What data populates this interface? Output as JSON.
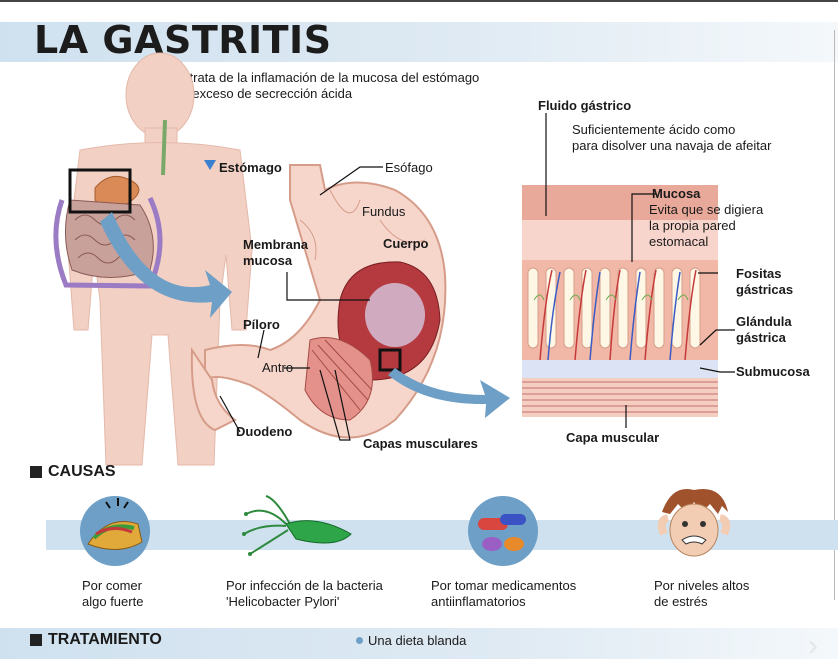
{
  "title": "LA GASTRITIS",
  "subtitle_line1": "Se trata de la inflamación de la mucosa del estómago",
  "subtitle_line2": "por exceso de secrección ácida",
  "stomach": {
    "heading": "Estómago",
    "esofago": "Esófago",
    "fundus": "Fundus",
    "cuerpo": "Cuerpo",
    "membrana_1": "Membrana",
    "membrana_2": "mucosa",
    "piloro": "Píloro",
    "antro": "Antro",
    "duodeno": "Duodeno",
    "capas": "Capas musculares"
  },
  "tissue": {
    "fluido_title": "Fluido gástrico",
    "fluido_desc_1": "Suficientemente ácido como",
    "fluido_desc_2": "para disolver una navaja de afeitar",
    "mucosa_title": "Mucosa",
    "mucosa_desc_1": "Evita que se digiera",
    "mucosa_desc_2": "la propia pared",
    "mucosa_desc_3": "estomacal",
    "fositas_1": "Fositas",
    "fositas_2": "gástricas",
    "glandula_1": "Glándula",
    "glandula_2": "gástrica",
    "submucosa": "Submucosa",
    "capa_muscular": "Capa muscular"
  },
  "causes": {
    "heading": "CAUSAS",
    "items": [
      {
        "line1": "Por comer",
        "line2": "algo fuerte",
        "icon": "taco-icon"
      },
      {
        "line1": "Por infección de la bacteria",
        "line2": "'Helicobacter Pylori'",
        "icon": "bacteria-icon"
      },
      {
        "line1": "Por tomar medicamentos",
        "line2": "antiinflamatorios",
        "icon": "pills-icon"
      },
      {
        "line1": "Por niveles altos",
        "line2": "de estrés",
        "icon": "stressed-person-icon"
      }
    ]
  },
  "treatment": {
    "heading": "TRATAMIENTO",
    "item1": "Una dieta blanda"
  },
  "colors": {
    "band_blue": "#cfe1ef",
    "arrow_blue": "#6e9fc6",
    "body_pink": "#f2d0c4",
    "stomach_pink": "#f6d6cb"
  }
}
